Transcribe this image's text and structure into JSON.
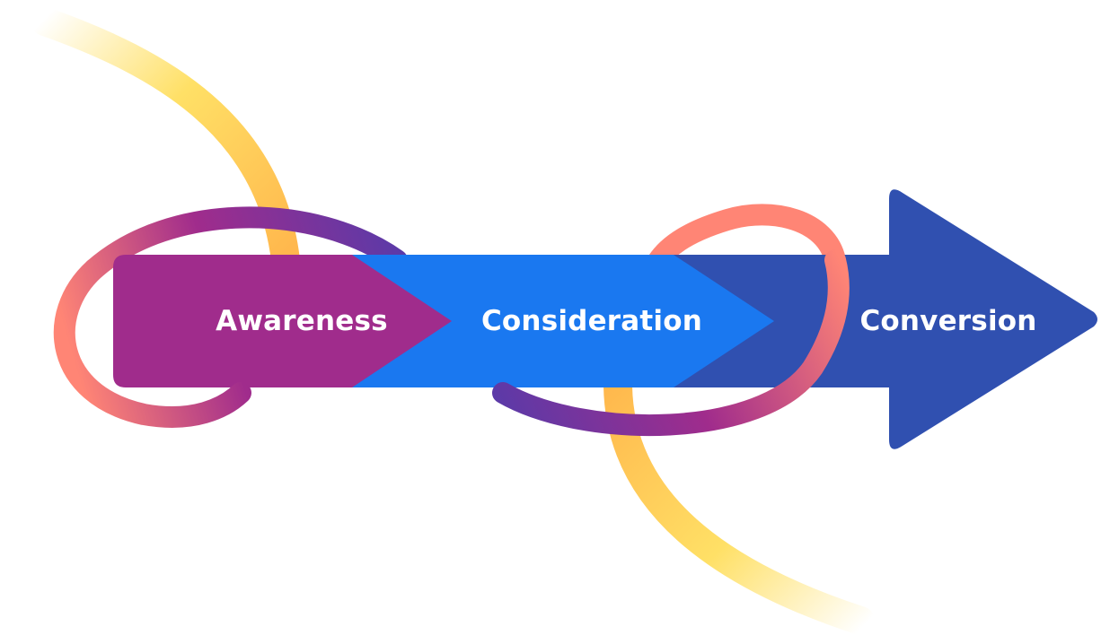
{
  "funnel": {
    "stages": [
      {
        "label": "Awareness",
        "color": "#A02C8C"
      },
      {
        "label": "Consideration",
        "color": "#1A78F0"
      },
      {
        "label": "Conversion",
        "color": "#3050B0"
      }
    ],
    "label_color": "#FFFFFF"
  },
  "decor": {
    "ribbon_colors": [
      "#FF8575",
      "#A02C8C",
      "#5B3AA8"
    ],
    "swoosh_colors": [
      "#FFE066",
      "#FFB84D"
    ]
  }
}
